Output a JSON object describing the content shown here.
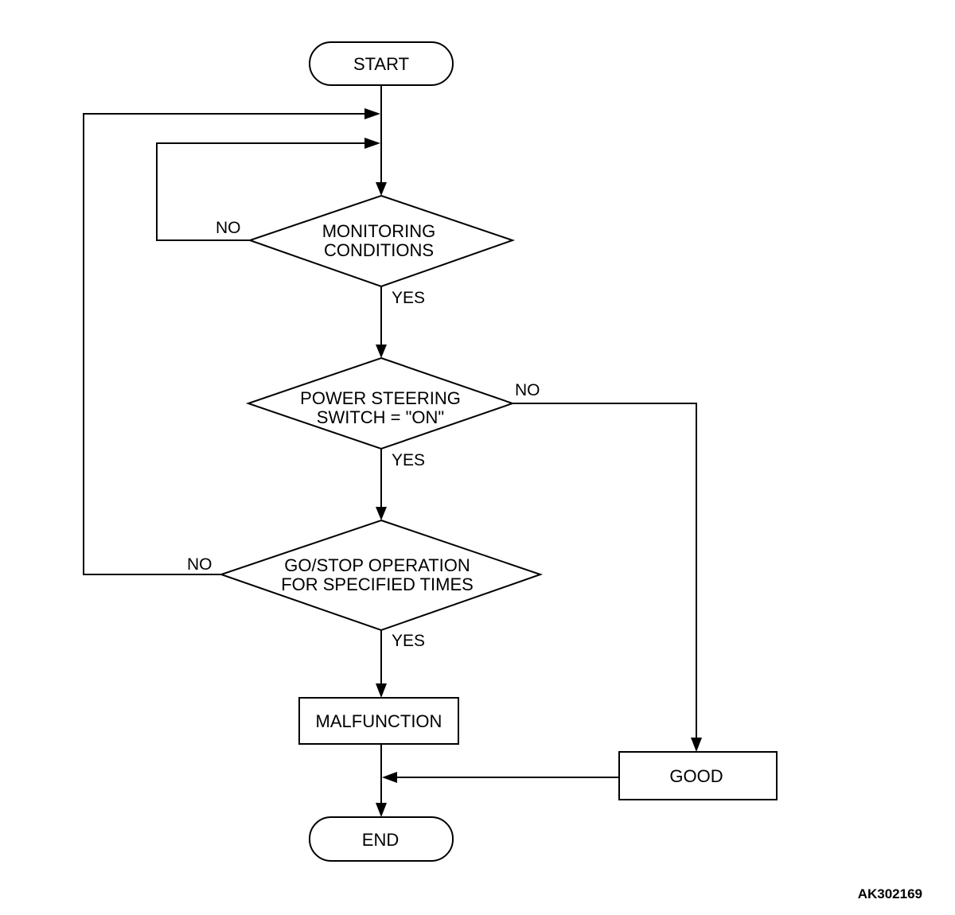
{
  "nodes": {
    "start": {
      "label": "START"
    },
    "monitoring": {
      "line1": "MONITORING",
      "line2": "CONDITIONS"
    },
    "power_steering": {
      "line1": "POWER STEERING",
      "line2": "SWITCH = \"ON\""
    },
    "go_stop": {
      "line1": "GO/STOP OPERATION",
      "line2": "FOR SPECIFIED TIMES"
    },
    "malfunction": {
      "label": "MALFUNCTION"
    },
    "good": {
      "label": "GOOD"
    },
    "end": {
      "label": "END"
    }
  },
  "edges": {
    "monitoring_no": "NO",
    "monitoring_yes": "YES",
    "power_steering_no": "NO",
    "power_steering_yes": "YES",
    "go_stop_no": "NO",
    "go_stop_yes": "YES"
  },
  "figure_code": "AK302169"
}
